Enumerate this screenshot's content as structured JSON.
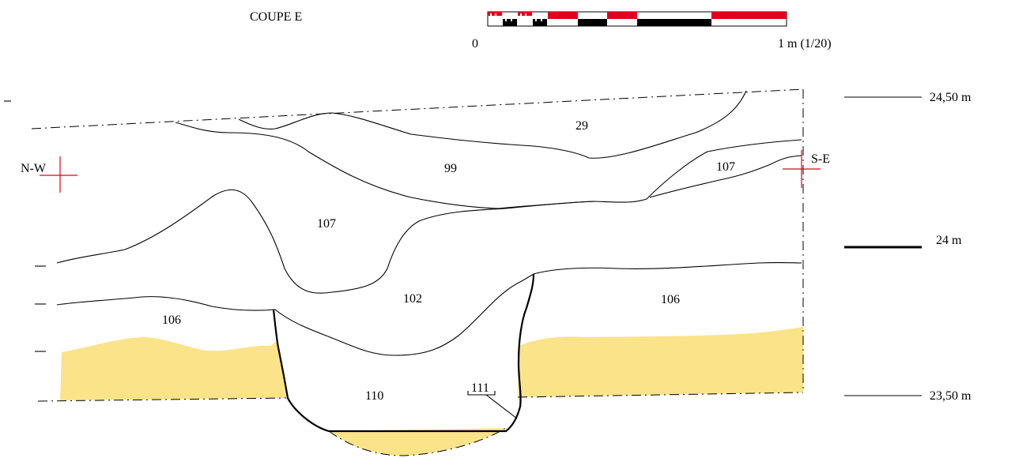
{
  "title": "COUPE E",
  "scale": {
    "start_label": "0",
    "end_label": "1 m (1/20)",
    "color_red": "#e3001b",
    "color_black": "#000000"
  },
  "orientation": {
    "left": "N-W",
    "right": "S-E"
  },
  "elevations": [
    {
      "label": "24,50 m"
    },
    {
      "label": "24 m"
    },
    {
      "label": "23,50 m"
    }
  ],
  "layers": {
    "l29": "29",
    "l99": "99",
    "l107a": "107",
    "l107b": "107",
    "l102": "102",
    "l106a": "106",
    "l106b": "106",
    "l110": "110",
    "l111": "111"
  },
  "colors": {
    "substrate": "#fbe38a",
    "marker": "#e3001b"
  }
}
